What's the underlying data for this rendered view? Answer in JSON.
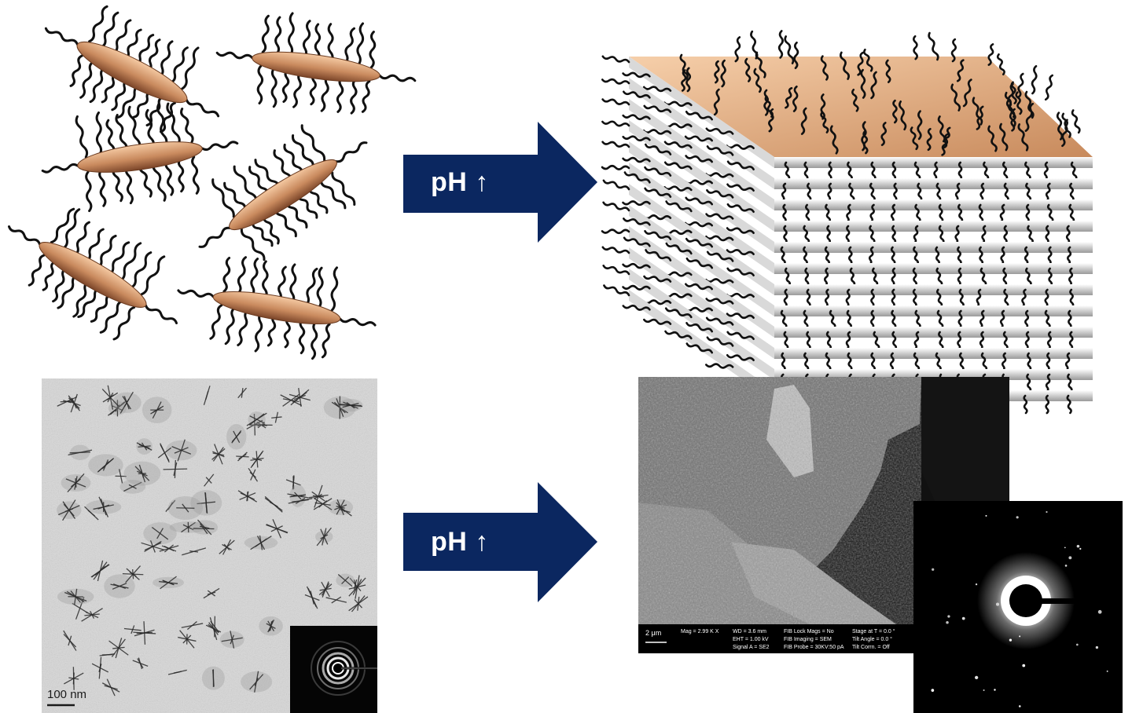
{
  "arrows": [
    {
      "label": "pH ↑",
      "color": "#0b2760"
    },
    {
      "label": "pH ↑",
      "color": "#0b2760"
    }
  ],
  "tem": {
    "scale_bar_label": "100  nm"
  },
  "sem": {
    "scale_bar_label": "2 μm",
    "meta": {
      "mag": "Mag =  2.99 K X",
      "wd": "WD =  3.6 mm",
      "eht": "EHT =  1.00 kV",
      "signal": "Signal A = SE2",
      "fib_lock": "FIB Lock Mags = No",
      "fib_imaging": "FIB Imaging = SEM",
      "fib_probe": "FIB Probe = 30KV:50 pA",
      "stage": "Stage at T =  0.0 °",
      "tilt_angle": "Tilt Angle =  0.0 °",
      "tilt_corr": "Tilt Corrn. = Off"
    }
  },
  "colors": {
    "platelet_light": "#f3c39a",
    "platelet_dark": "#8a5232",
    "chain": "#111111",
    "arrow": "#0b2760"
  }
}
